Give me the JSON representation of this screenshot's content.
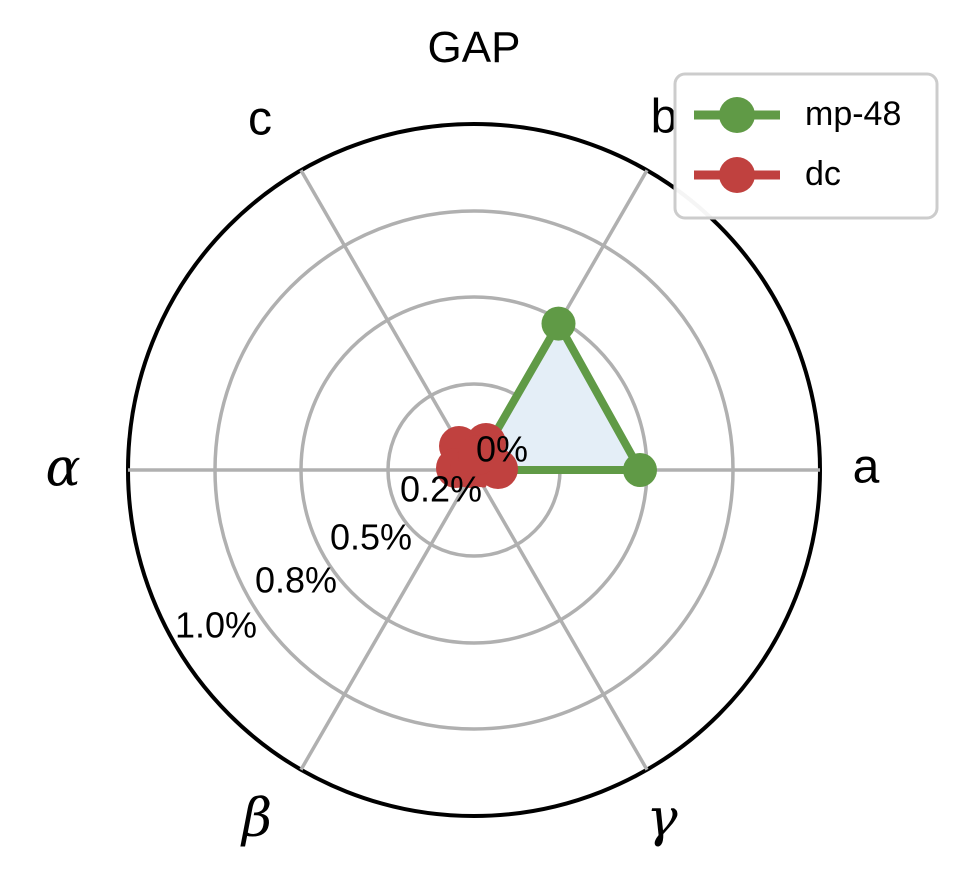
{
  "chart_data": {
    "type": "radar",
    "title": "GAP",
    "categories": [
      "a",
      "b",
      "c",
      "α",
      "β",
      "γ"
    ],
    "category_angles_deg": [
      0,
      60,
      120,
      180,
      240,
      300
    ],
    "rtick_labels": [
      "0%",
      "0.2%",
      "0.5%",
      "0.8%",
      "1.0%"
    ],
    "rtick_values": [
      0,
      0.2,
      0.5,
      0.8,
      1.0
    ],
    "rlim": [
      0,
      1.0
    ],
    "grid": true,
    "legend_position": "upper right",
    "series": [
      {
        "name": "mp-48",
        "color": "#609a46",
        "fill_color": "#e4eef7",
        "marker": "circle",
        "values": [
          0.48,
          0.49,
          0.0,
          0.0,
          0.0,
          0.0
        ]
      },
      {
        "name": "dc",
        "color": "#c0413f",
        "fill_color": "#ffffff",
        "marker": "circle",
        "values": [
          0.04,
          0.05,
          0.03,
          0.02,
          0.04,
          0.05
        ]
      }
    ],
    "colors": {
      "accent_green": "#609a46",
      "accent_red": "#c0413f",
      "fill_blue": "#e4eef7",
      "grid_gray": "#b0b0b0",
      "outline_black": "#000000"
    }
  },
  "legend": {
    "entries": [
      {
        "label": "mp-48",
        "color": "#609a46"
      },
      {
        "label": "dc",
        "color": "#c0413f"
      }
    ]
  },
  "axis_labels": {
    "a": "a",
    "b": "b",
    "c": "c",
    "alpha": "α",
    "beta": "β",
    "gamma": "γ"
  },
  "radial_ticks": {
    "t0": "0%",
    "t1": "0.2%",
    "t2": "0.5%",
    "t3": "0.8%",
    "t4": "1.0%"
  },
  "title": {
    "text": "GAP"
  }
}
